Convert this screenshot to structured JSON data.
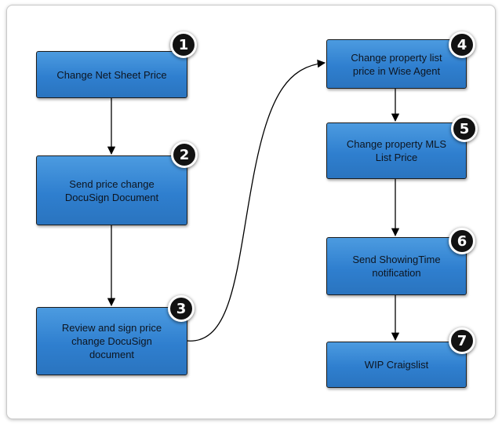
{
  "steps": [
    {
      "number": "1",
      "label": "Change Net Sheet Price"
    },
    {
      "number": "2",
      "label": "Send price change\nDocuSign Document"
    },
    {
      "number": "3",
      "label": "Review and sign price\nchange DocuSign\ndocument"
    },
    {
      "number": "4",
      "label": "Change property list\nprice in Wise Agent"
    },
    {
      "number": "5",
      "label": "Change property MLS\nList Price"
    },
    {
      "number": "6",
      "label": "Send ShowingTime\nnotification"
    },
    {
      "number": "7",
      "label": "WIP Craigslist"
    }
  ],
  "colors": {
    "box_fill": "#3b8ad8",
    "box_border": "#1c1c1c",
    "badge_fill": "#121212",
    "connector": "#000000"
  }
}
